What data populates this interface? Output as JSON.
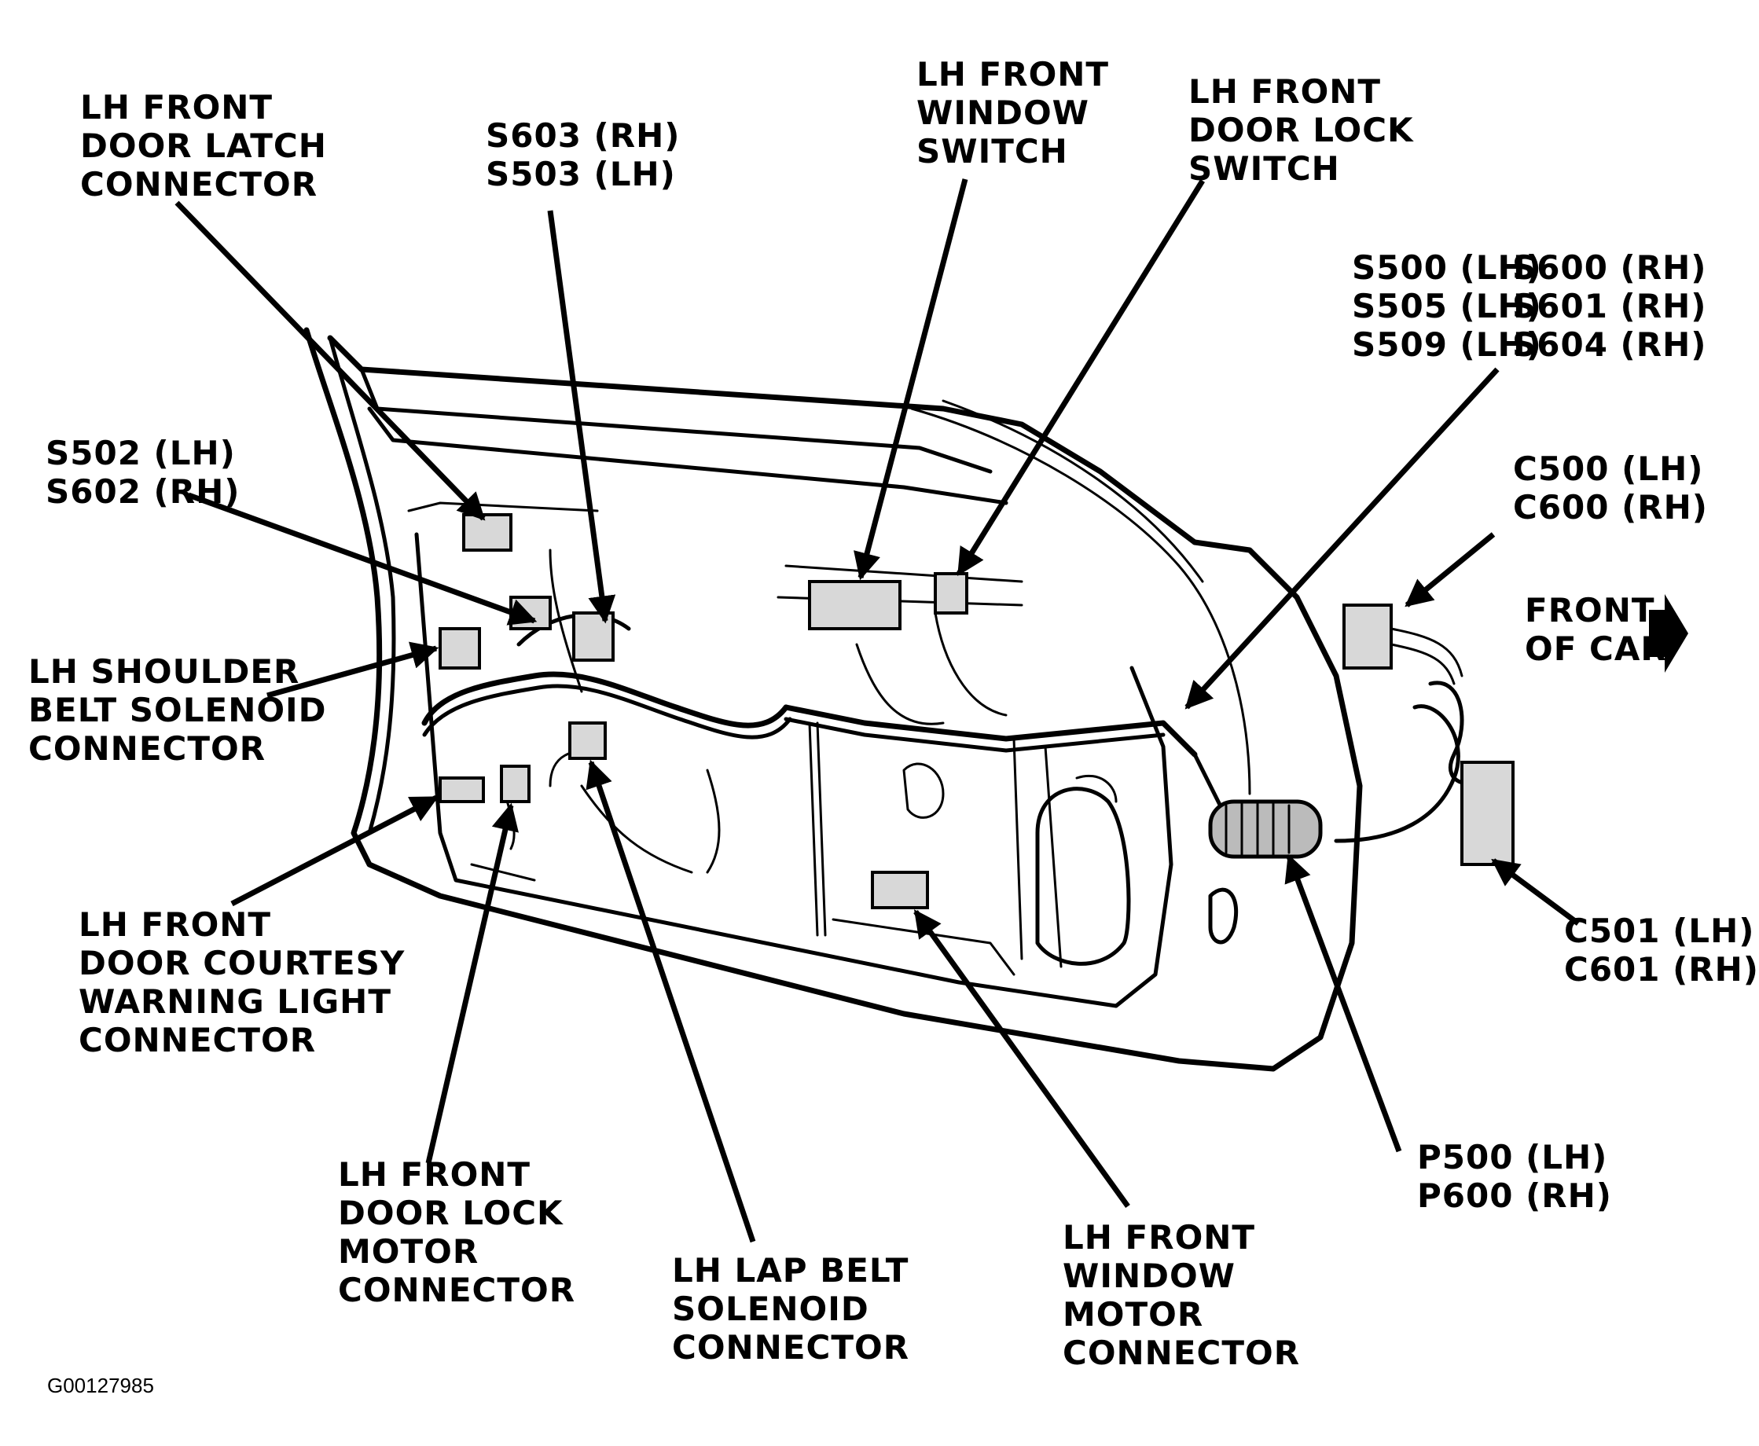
{
  "labels": {
    "latch_connector": [
      "LH FRONT",
      "DOOR LATCH",
      "CONNECTOR"
    ],
    "splice_s603": [
      "S603 (RH)",
      "S503 (LH)"
    ],
    "window_switch": [
      "LH FRONT",
      "WINDOW",
      "SWITCH"
    ],
    "door_lock_switch": [
      "LH FRONT",
      "DOOR LOCK",
      "SWITCH"
    ],
    "splices_lh": [
      "S500 (LH)",
      "S505 (LH)",
      "S509 (LH)"
    ],
    "splices_rh": [
      "S600 (RH)",
      "S601 (RH)",
      "S604 (RH)"
    ],
    "splice_s502": [
      "S502 (LH)",
      "S602 (RH)"
    ],
    "connector_c500": [
      "C500 (LH)",
      "C600 (RH)"
    ],
    "front_of_car": [
      "FRONT",
      "OF CAR"
    ],
    "shoulder_belt": [
      "LH SHOULDER",
      "BELT SOLENOID",
      "CONNECTOR"
    ],
    "courtesy_light": [
      "LH FRONT",
      "DOOR COURTESY",
      "WARNING LIGHT",
      "CONNECTOR"
    ],
    "connector_c501": [
      "C501 (LH)",
      "C601 (RH)"
    ],
    "door_lock_motor": [
      "LH FRONT",
      "DOOR LOCK",
      "MOTOR",
      "CONNECTOR"
    ],
    "lap_belt": [
      "LH LAP BELT",
      "SOLENOID",
      "CONNECTOR"
    ],
    "window_motor": [
      "LH FRONT",
      "WINDOW",
      "MOTOR",
      "CONNECTOR"
    ],
    "grommet_p500": [
      "P500 (LH)",
      "P600 (RH)"
    ]
  },
  "figure_id": "G00127985"
}
